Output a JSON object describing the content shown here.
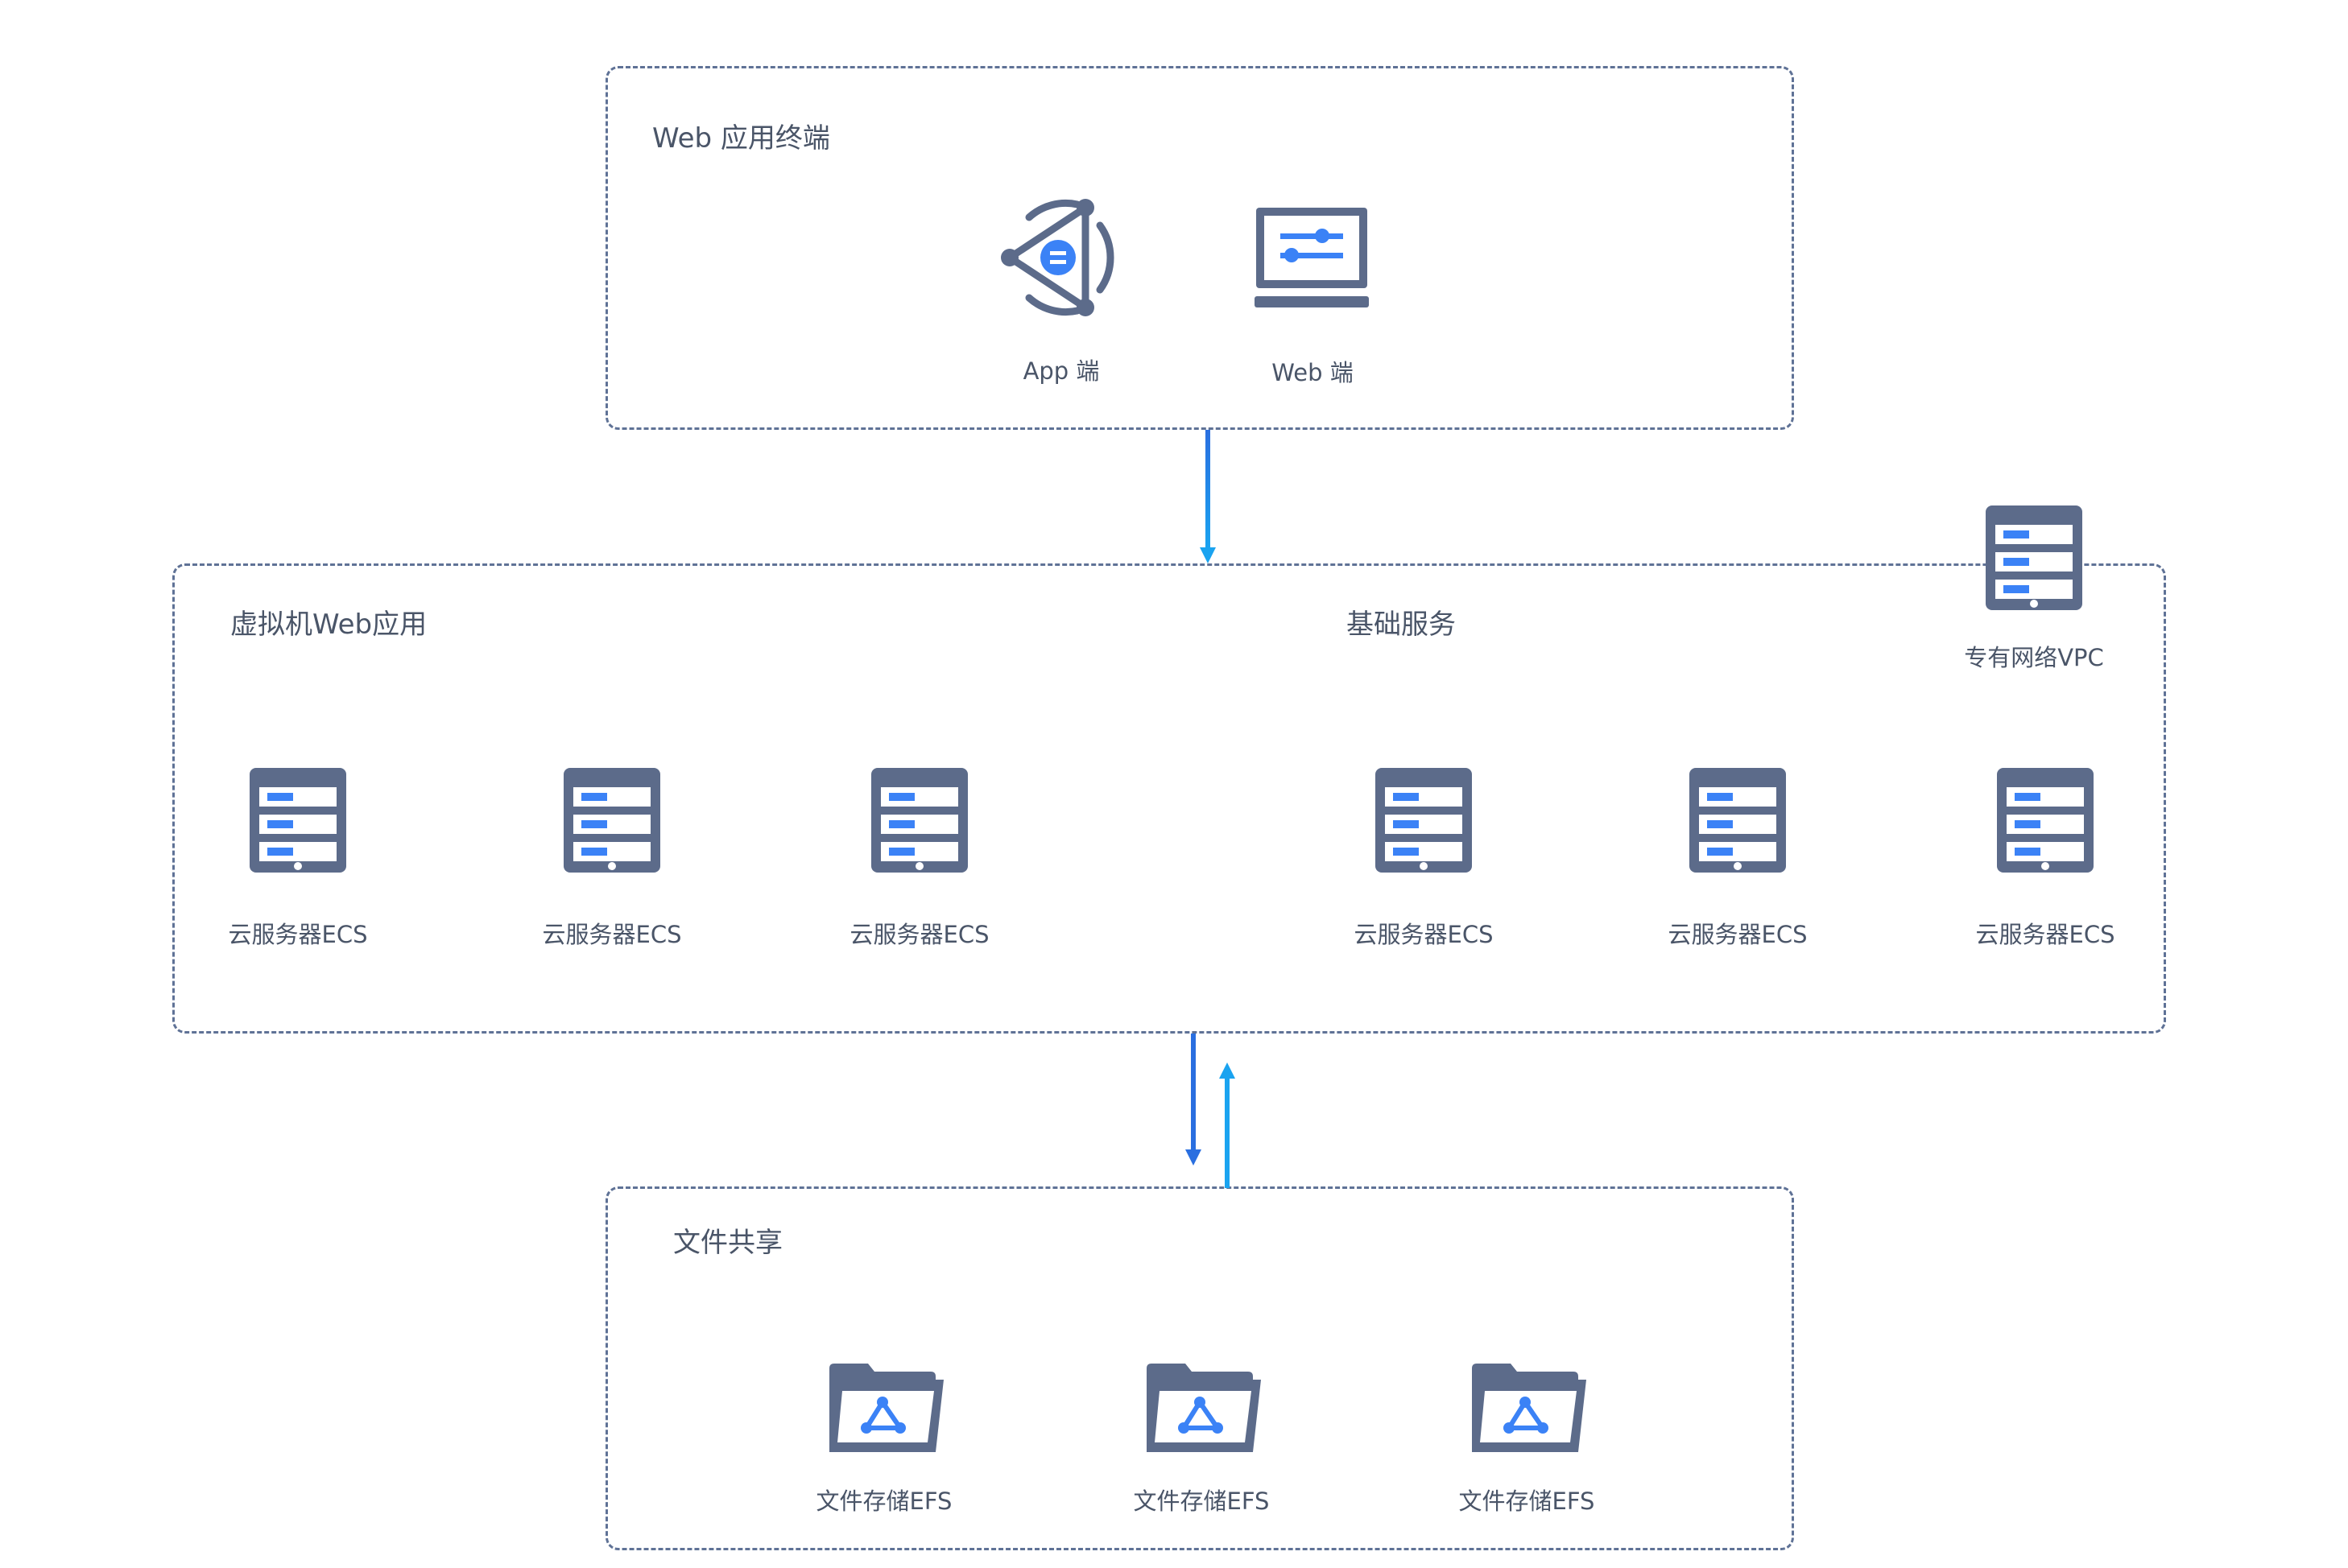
{
  "colors": {
    "border": "#5f7296",
    "icon_body": "#5c6b8a",
    "icon_accent": "#3b82f6",
    "arrow_dark": "#2a6fe0",
    "arrow_light": "#1aa3f0",
    "text": "#4a5568"
  },
  "groups": {
    "web_terminal": {
      "title": "Web 应用终端",
      "nodes": [
        {
          "label": "App 端",
          "icon": "app-terminal-icon"
        },
        {
          "label": "Web 端",
          "icon": "web-monitor-icon"
        }
      ]
    },
    "vm_web_app": {
      "title": "虚拟机Web应用",
      "nodes": [
        {
          "label": "云服务器ECS",
          "icon": "server-icon"
        },
        {
          "label": "云服务器ECS",
          "icon": "server-icon"
        },
        {
          "label": "云服务器ECS",
          "icon": "server-icon"
        }
      ]
    },
    "base_services": {
      "title": "基础服务",
      "nodes": [
        {
          "label": "云服务器ECS",
          "icon": "server-icon"
        },
        {
          "label": "云服务器ECS",
          "icon": "server-icon"
        },
        {
          "label": "云服务器ECS",
          "icon": "server-icon"
        }
      ]
    },
    "vpc": {
      "label": "专有网络VPC",
      "icon": "server-icon"
    },
    "file_share": {
      "title": "文件共享",
      "nodes": [
        {
          "label": "文件存储EFS",
          "icon": "folder-share-icon"
        },
        {
          "label": "文件存储EFS",
          "icon": "folder-share-icon"
        },
        {
          "label": "文件存储EFS",
          "icon": "folder-share-icon"
        }
      ]
    }
  }
}
